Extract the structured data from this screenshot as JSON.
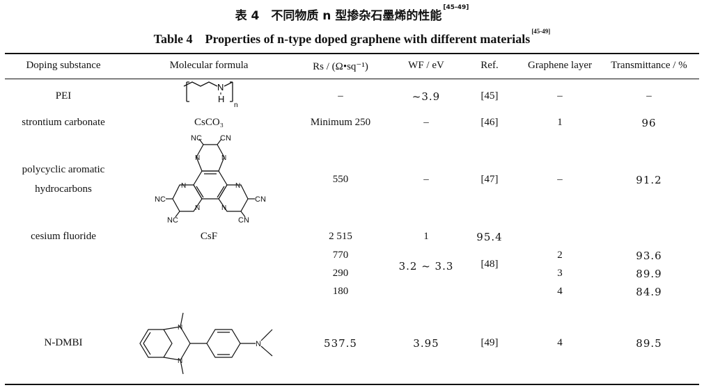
{
  "title": {
    "cn": "表 4　不同物质 n 型掺杂石墨烯的性能",
    "cn_ref": "[45-49]",
    "en": "Table 4　Properties of n-type doped graphene with different materials",
    "en_ref": "[45-49]"
  },
  "headers": {
    "doping_substance": "Doping substance",
    "molecular_formula": "Molecular formula",
    "rs": "Rs / (Ω•sq⁻¹)",
    "wf": "WF / eV",
    "ref": "Ref.",
    "graphene_layer": "Graphene layer",
    "transmittance": "Transmittance / %"
  },
  "rows": [
    {
      "substance": "PEI",
      "formula": "",
      "rs": "–",
      "wf": "~3.9",
      "ref": "[45]",
      "layer": "–",
      "trans": "–"
    },
    {
      "substance": "strontium carbonate",
      "formula": "CsCO₃",
      "rs": "Minimum 250",
      "wf": "–",
      "ref": "[46]",
      "layer": "1",
      "trans": "96"
    },
    {
      "substance_line1": "polycyclic aromatic",
      "substance_line2": "hydrocarbons",
      "formula": "",
      "rs": "550",
      "wf": "–",
      "ref": "[47]",
      "layer": "–",
      "trans": "91.2"
    },
    {
      "substance": "cesium fluoride",
      "formula": "CsF",
      "rs": "2 515",
      "wf": "1",
      "ref": "95.4",
      "layer": "",
      "trans": ""
    },
    {
      "substance": "",
      "formula": "",
      "rs": "770",
      "wf": "3.2 ~ 3.3",
      "ref": "[48]",
      "layer": "2",
      "trans": "93.6"
    },
    {
      "substance": "",
      "formula": "",
      "rs": "290",
      "wf": "",
      "ref": "",
      "layer": "3",
      "trans": "89.9"
    },
    {
      "substance": "",
      "formula": "",
      "rs": "180",
      "wf": "",
      "ref": "",
      "layer": "4",
      "trans": "84.9"
    },
    {
      "substance": "N-DMBI",
      "formula": "",
      "rs": "537.5",
      "wf": "3.95",
      "ref": "[49]",
      "layer": "4",
      "trans": "89.5"
    }
  ],
  "molecule_labels": {
    "cn": "CN",
    "nc": "NC",
    "n": "N",
    "h": "H",
    "sub_n": "n"
  }
}
